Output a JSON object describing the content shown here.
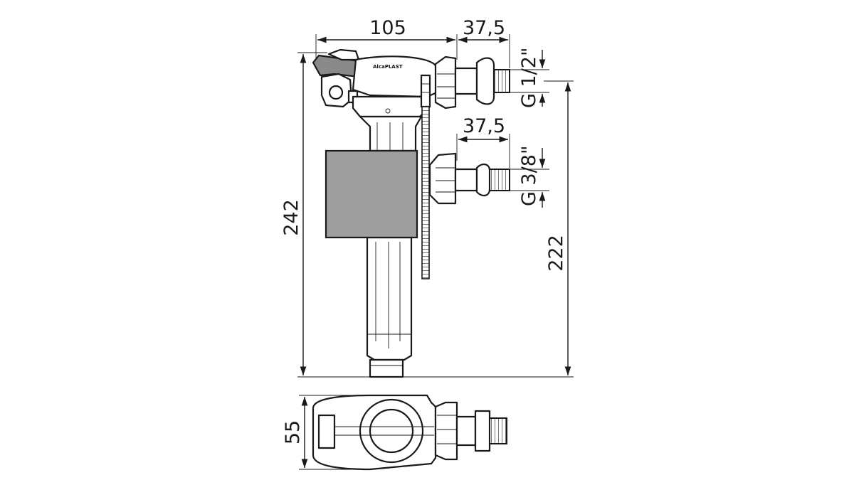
{
  "dimensions": {
    "top_width": "105",
    "top_offset": "37,5",
    "top_thread": "G 1/2\"",
    "mid_offset": "37,5",
    "mid_thread": "G 3/8\"",
    "total_height": "242",
    "inlet_height": "222",
    "bottom_depth": "55"
  },
  "logo": {
    "text": "AlcaPLAST"
  },
  "colors": {
    "line": "#1a1a1a",
    "float_fill": "#9e9e9e",
    "lever_fill": "#8a8a8a"
  }
}
